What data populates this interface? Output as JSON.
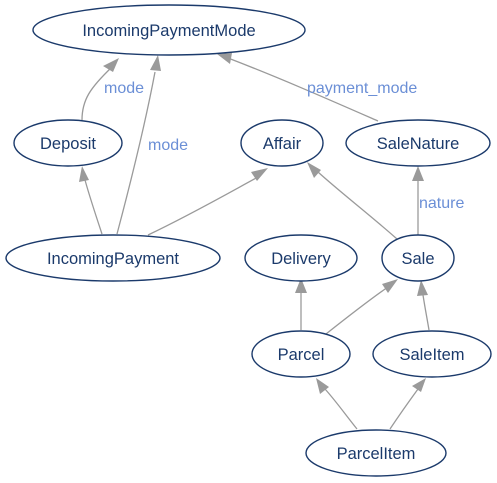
{
  "nodes": {
    "incoming_payment_mode": "IncomingPaymentMode",
    "deposit": "Deposit",
    "affair": "Affair",
    "sale_nature": "SaleNature",
    "incoming_payment": "IncomingPayment",
    "delivery": "Delivery",
    "sale": "Sale",
    "parcel": "Parcel",
    "sale_item": "SaleItem",
    "parcel_item": "ParcelItem"
  },
  "edge_labels": {
    "deposit_mode": "mode",
    "incoming_payment_mode": "mode",
    "sale_nature_payment_mode": "payment_mode",
    "sale_nature": "nature"
  },
  "colors": {
    "node_stroke": "#1b3a6b",
    "node_text": "#1b3a6b",
    "edge": "#9a9a9a",
    "edge_label": "#6b8fd6"
  }
}
